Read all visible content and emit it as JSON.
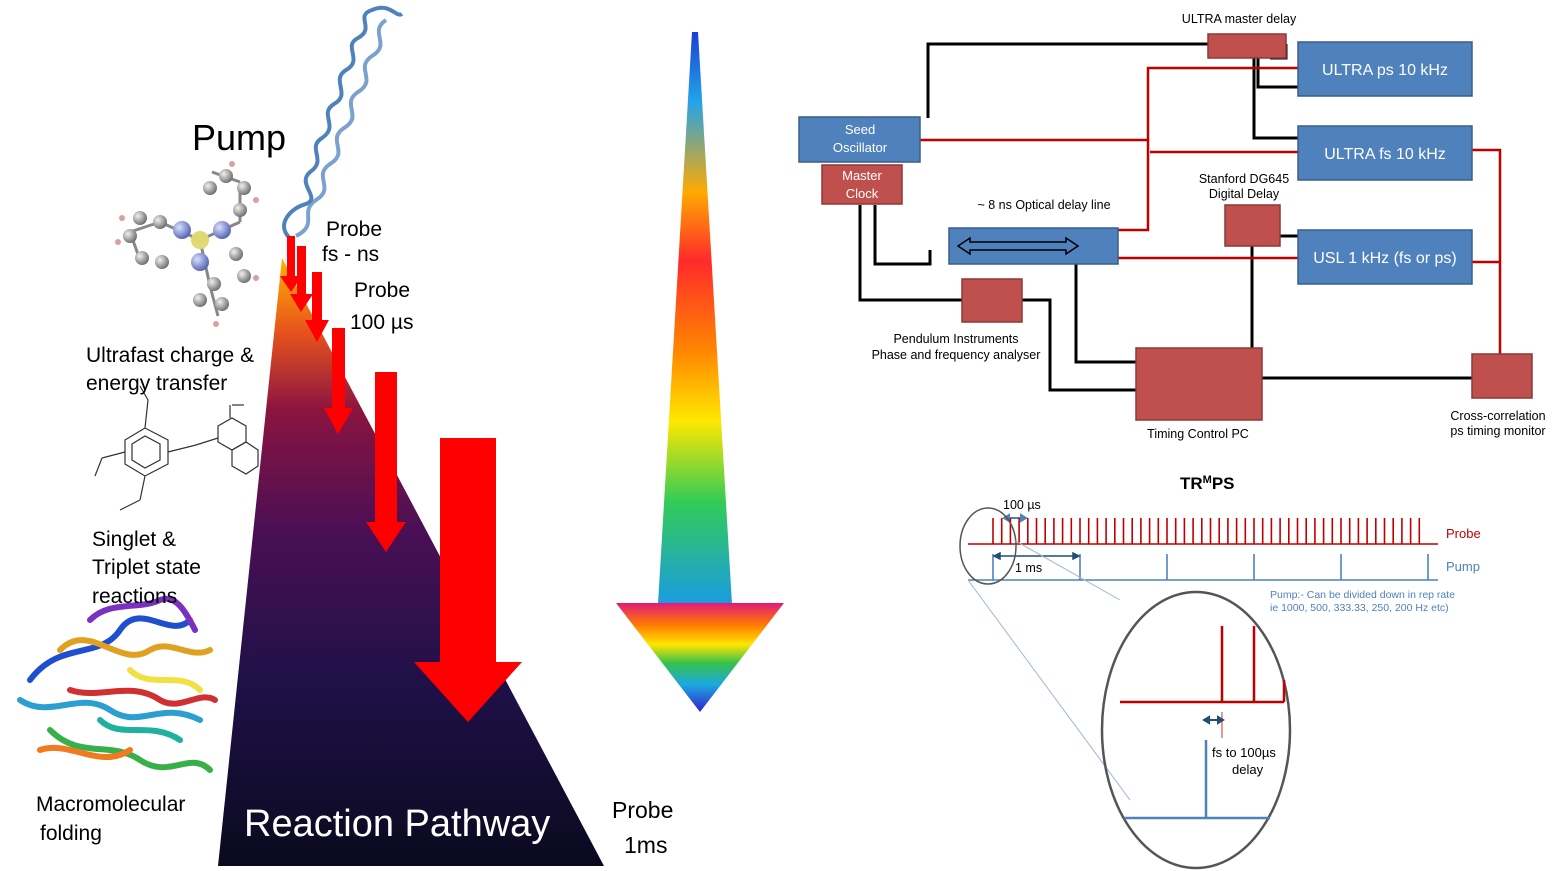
{
  "left": {
    "pump": "Pump",
    "probe_fs_ns_1": "Probe",
    "probe_fs_ns_2": "fs - ns",
    "probe_100us_1": "Probe",
    "probe_100us_2": "100 µs",
    "ultrafast_1": "Ultrafast charge &",
    "ultrafast_2": "energy transfer",
    "singlet_1": "Singlet &",
    "singlet_2": "Triplet state",
    "singlet_3": "reactions",
    "macro_1": "Macromolecular",
    "macro_2": "folding",
    "reaction_pathway": "Reaction Pathway",
    "probe_1ms_1": "Probe",
    "probe_1ms_2": "1ms"
  },
  "timing": {
    "ultra_master_delay": "ULTRA master delay",
    "ultra_ps": "ULTRA ps 10 kHz",
    "ultra_fs": "ULTRA fs 10 kHz",
    "usl": "USL 1 kHz (fs or ps)",
    "seed_1": "Seed",
    "seed_2": "Oscillator",
    "master_1": "Master",
    "master_2": "Clock",
    "delay_line": "~ 8 ns Optical delay line",
    "stanford_1": "Stanford DG645",
    "stanford_2": "Digital Delay",
    "pendulum_1": "Pendulum Instruments",
    "pendulum_2": "Phase and frequency analyser",
    "timing_pc": "Timing Control PC",
    "crosscorr_1": "Cross-correlation",
    "crosscorr_2": "ps timing monitor"
  },
  "trmps": {
    "title_a": "TR",
    "title_sup": "M",
    "title_b": "PS",
    "label_100us": "100 µs",
    "label_1ms": "1 ms",
    "probe": "Probe",
    "pump": "Pump",
    "note_1": "Pump:-  Can be divided down in rep rate",
    "note_2": "ie  1000, 500, 333.33, 250, 200 Hz etc)",
    "delay_1": "fs to 100µs",
    "delay_2": "delay"
  },
  "colors": {
    "box_blue": "#4f81bd",
    "box_red": "#c0504d",
    "wire_red": "#c00000",
    "arrow_red": "#ff0000",
    "probe_line": "#c00000",
    "pump_line": "#4f81bd"
  }
}
